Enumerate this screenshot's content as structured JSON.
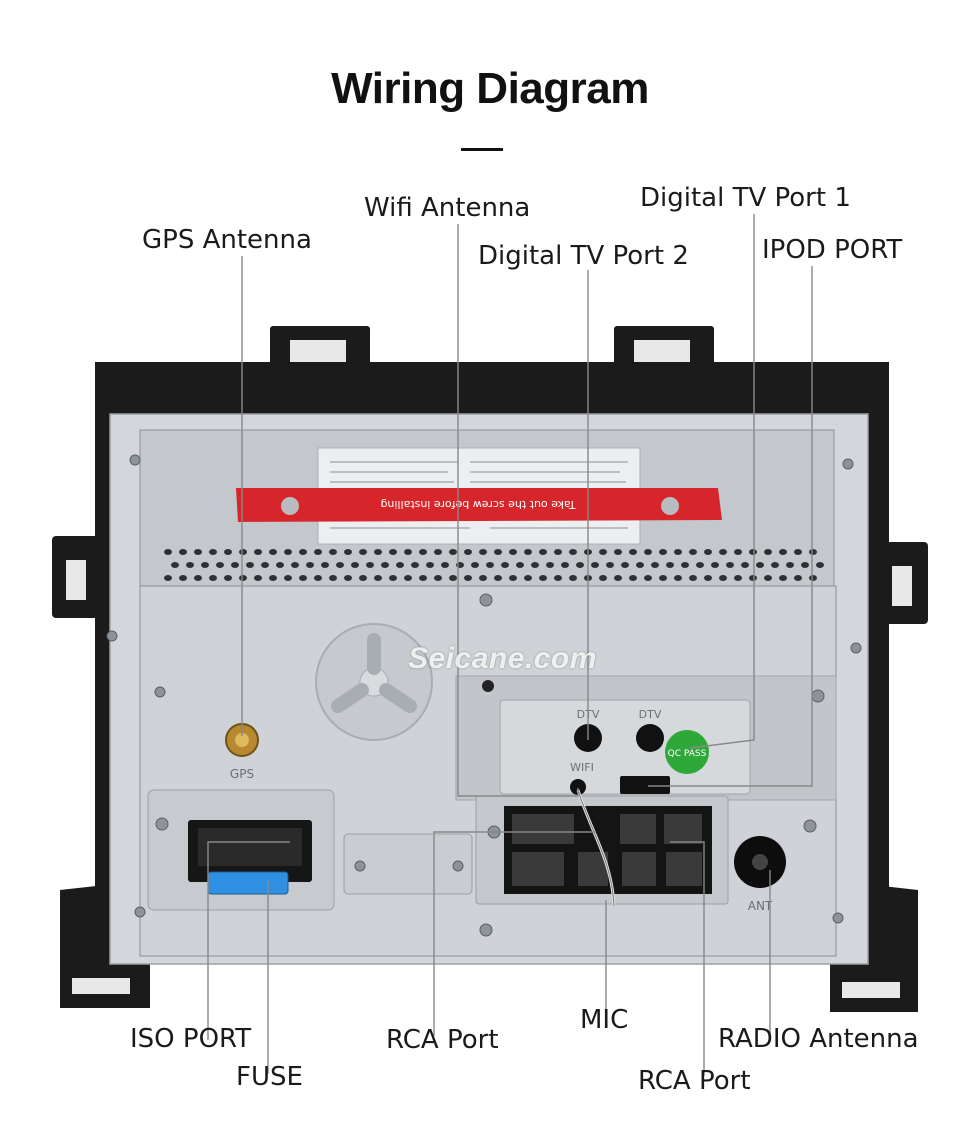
{
  "title": "Wiring Diagram",
  "watermark": "Seicane.com",
  "sticker_text": "Take out the screw before installing",
  "panel_text": {
    "gps": "GPS",
    "dtv_left": "DTV",
    "dtv_right": "DTV",
    "wifi": "WIFI",
    "ant": "ANT",
    "qc": "QC PASS"
  },
  "labels": {
    "gps_antenna": "GPS Antenna",
    "wifi_antenna": "Wifi Antenna",
    "digital_tv_port_2": "Digital TV Port 2",
    "digital_tv_port_1": "Digital TV Port 1",
    "ipod_port": "IPOD PORT",
    "iso_port": "ISO PORT",
    "fuse": "FUSE",
    "rca_port_left": "RCA Port",
    "mic": "MIC",
    "radio_antenna": "RADIO Antenna",
    "rca_port_bottom": "RCA Port"
  },
  "colors": {
    "frame": "#1b1b1b",
    "panel": "#c9ccd0",
    "sticker": "#d6262b",
    "fuse": "#2f8fe0",
    "qc": "#2fa83a",
    "leader": "#888888"
  }
}
